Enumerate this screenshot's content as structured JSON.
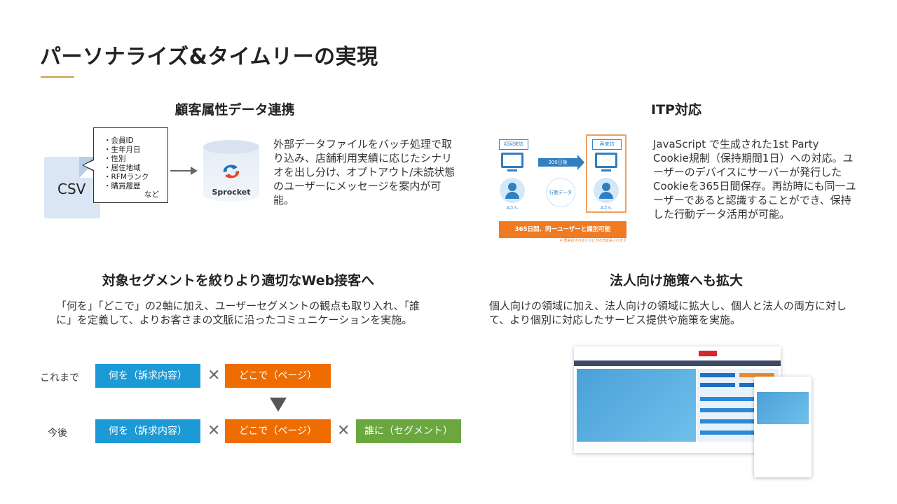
{
  "page": {
    "title": "パーソナライズ&タイムリーの実現"
  },
  "sections": {
    "customer": {
      "heading": "顧客属性データ連携",
      "csv_label": "CSV",
      "attributes": [
        "会員ID",
        "生年月日",
        "性別",
        "居住地域",
        "RFMランク",
        "購買履歴"
      ],
      "attributes_more": "など",
      "product_name": "Sprocket",
      "description": "外部データファイルをバッチ処理で取り込み、店舗利用実績に応じたシナリオを出し分け、オプトアウト/未読状態のユーザーにメッセージを案内が可能。"
    },
    "itp": {
      "heading": "ITP対応",
      "first_visit": "初回来訪",
      "revisit": "再来訪",
      "days_label": "300日後",
      "behavior_data": "行動データ",
      "person_a": "Aさん",
      "bar_text": "365日間、同一ユーザーと識別可能",
      "note": "※ 再来訪すればさらに365日延長されます",
      "description": "JavaScript で生成された1st Party Cookie規制（保持期間1日）への対応。ユーザーのデバイスにサーバーが発行したCookieを365日間保存。再訪時にも同一ユーザーであると認識することができ、保持した行動データ活用が可能。"
    },
    "segment": {
      "heading": "対象セグメントを絞りより適切なWeb接客へ",
      "description": "「何を」「どこで」の2軸に加え、ユーザーセグメントの観点も取り入れ、「誰に」を定義して、よりお客さまの文脈に沿ったコミュニケーションを実施。",
      "rows": [
        {
          "label": "これまで",
          "what": "何を（訴求内容）",
          "where": "どこで（ページ）"
        },
        {
          "label": "今後",
          "what": "何を（訴求内容）",
          "where": "どこで（ページ）",
          "who": "誰に（セグメント）"
        }
      ],
      "times_symbol": "✕"
    },
    "corporate": {
      "heading": "法人向け施策へも拡大",
      "description": "個人向けの領域に加え、法人向けの領域に拡大し、個人と法人の両方に対して、より個別に対応したサービス提供や施策を実施。"
    }
  },
  "colors": {
    "accent_gold": "#c9a13b",
    "blue": "#1c9ad6",
    "orange": "#ef6c00",
    "green": "#6aa83f"
  }
}
